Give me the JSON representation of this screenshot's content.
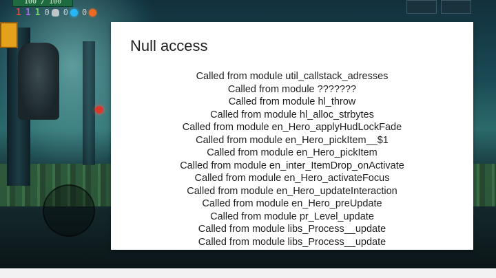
{
  "hud": {
    "health": "100 / 100",
    "stats": [
      "1",
      "1",
      "1"
    ],
    "skulls": "0",
    "cells": "0",
    "gold": "0"
  },
  "icons": {
    "skull": "skull-icon",
    "cell": "cell-icon",
    "gold": "gold-icon"
  },
  "dialog": {
    "title": "Null access",
    "lines": [
      "Called from module util_callstack_adresses",
      "Called from module ???????",
      "Called from module hl_throw",
      "Called from module hl_alloc_strbytes",
      "Called from module en_Hero_applyHudLockFade",
      "Called from module en_Hero_pickItem__$1",
      "Called from module en_Hero_pickItem",
      "Called from module en_inter_ItemDrop_onActivate",
      "Called from module en_Hero_activateFocus",
      "Called from module en_Hero_updateInteraction",
      "Called from module en_Hero_preUpdate",
      "Called from module pr_Level_update",
      "Called from module libs_Process__update",
      "Called from module libs_Process__update"
    ]
  },
  "colors": {
    "dialog_bg": "#ffffff",
    "text": "#202020",
    "stat_red": "#e2453c",
    "stat_purple": "#a46be6",
    "stat_green": "#6ed46a"
  }
}
